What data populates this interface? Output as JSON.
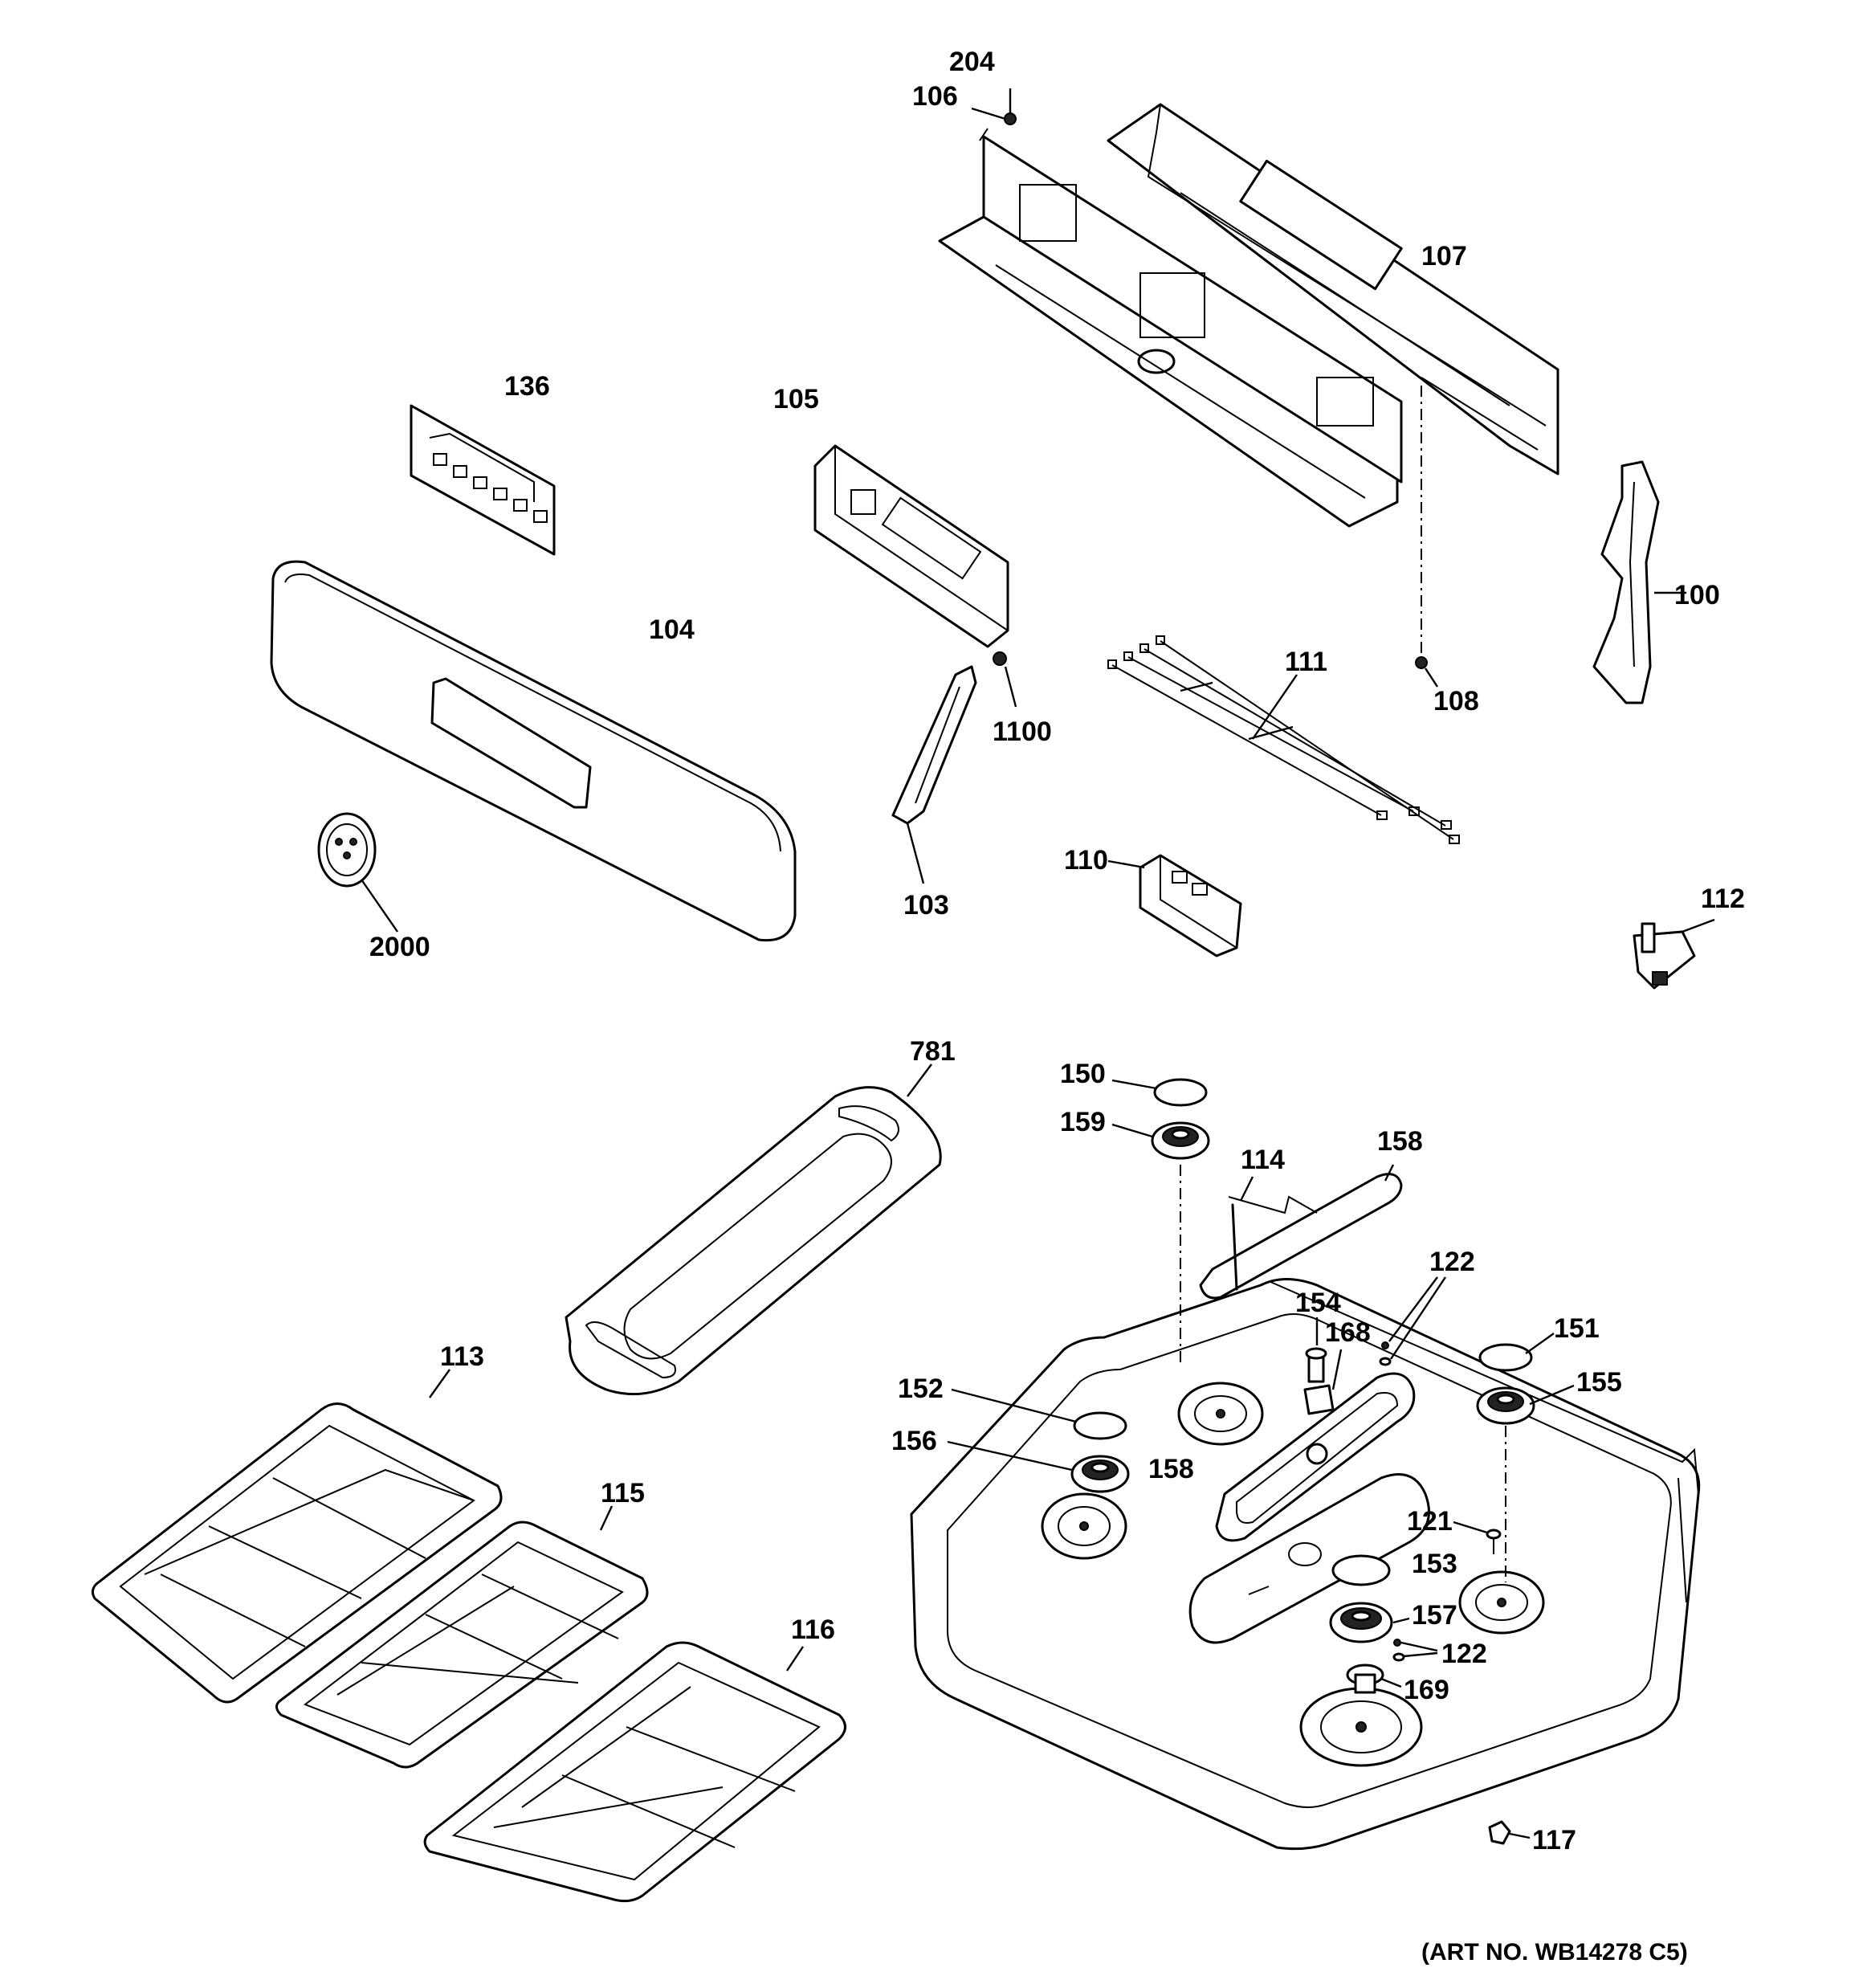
{
  "callouts": {
    "c204": "204",
    "c106": "106",
    "c107": "107",
    "c136": "136",
    "c105": "105",
    "c104": "104",
    "c100": "100",
    "c111": "111",
    "c108": "108",
    "c1100": "1100",
    "c110": "110",
    "c103": "103",
    "c2000": "2000",
    "c112": "112",
    "c781": "781",
    "c150": "150",
    "c159": "159",
    "c114": "114",
    "c158a": "158",
    "c122a": "122",
    "c154": "154",
    "c168": "168",
    "c151": "151",
    "c152": "152",
    "c155": "155",
    "c156": "156",
    "c158b": "158",
    "c113": "113",
    "c121": "121",
    "c153": "153",
    "c115": "115",
    "c157": "157",
    "c122b": "122",
    "c116": "116",
    "c169": "169",
    "c117": "117"
  },
  "art_number": "(ART NO. WB14278 C5)"
}
